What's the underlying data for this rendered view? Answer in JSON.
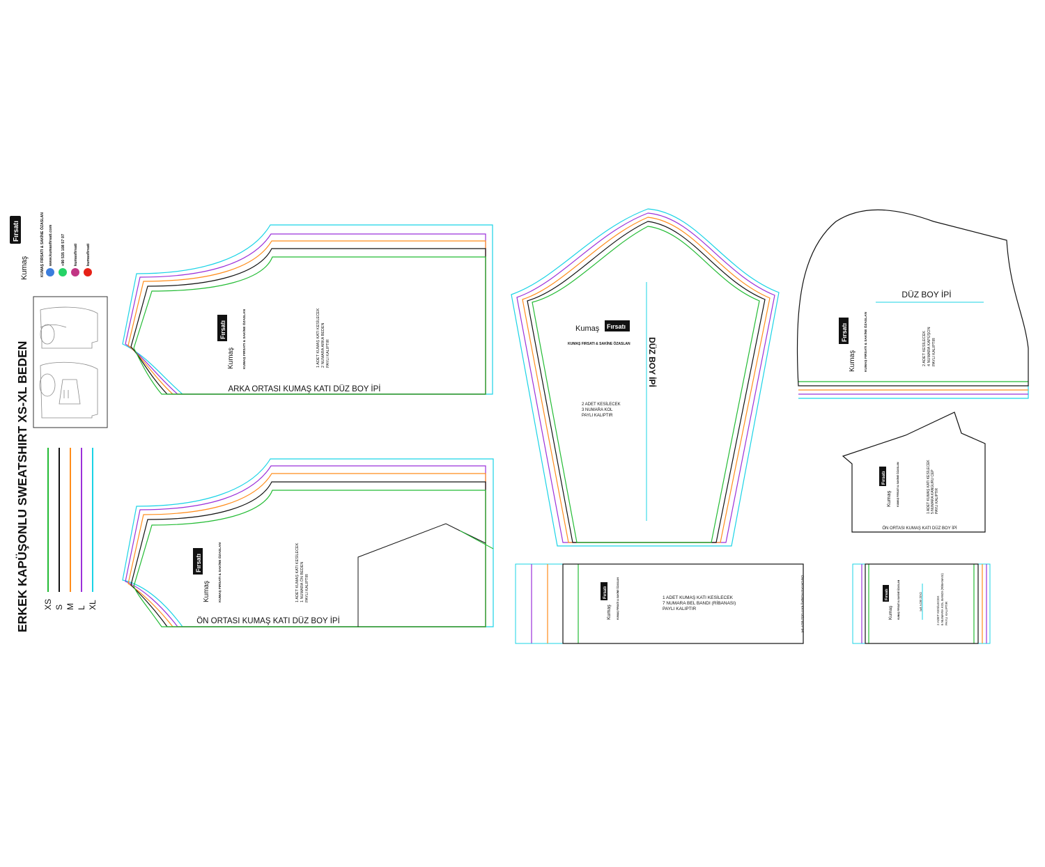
{
  "title": "ERKEK KAPÜŞONLU SWEATSHIRT XS-XL BEDEN",
  "brand": {
    "name_part1": "Kumaş",
    "name_part2": "Fırsatı",
    "credit": "KUMAŞ FIRSATI & SAKİNE ÖZASLAN"
  },
  "contacts": [
    {
      "icon": "globe-icon",
      "text": "www.kumasfirsati.com",
      "color": "#3b7ddd"
    },
    {
      "icon": "whatsapp-icon",
      "text": "+90 535 108 57 07",
      "color": "#25d366"
    },
    {
      "icon": "instagram-icon",
      "text": "kumasfirsati",
      "color": "#c13584"
    },
    {
      "icon": "youtube-icon",
      "text": "kumasfirsati",
      "color": "#e62117"
    }
  ],
  "sizes": [
    {
      "label": "XS",
      "color": "#22bb33"
    },
    {
      "label": "S",
      "color": "#111111"
    },
    {
      "label": "M",
      "color": "#ff8c1a"
    },
    {
      "label": "L",
      "color": "#9b30d9"
    },
    {
      "label": "XL",
      "color": "#19d3e6"
    }
  ],
  "pieces": {
    "back": {
      "grain": "ARKA ORTASI KUMAŞ KATI DÜZ BOY İPİ",
      "note": [
        "1 ADET KUMAŞ KATI KESİLECEK",
        "2 NUMARA ARKA BEDEN",
        "PAYLI KALIPTIR"
      ]
    },
    "front": {
      "grain": "ÖN ORTASI KUMAŞ KATI DÜZ BOY İPİ",
      "note": [
        "1 ADET KUMAŞ KATI KESİLECEK",
        "1 NUMARA ÖN BEDEN",
        "PAYLI KALIPTIR"
      ]
    },
    "sleeve": {
      "grain": "DÜZ BOY İPİ",
      "note": [
        "2 ADET KESİLECEK",
        "3 NUMARA KOL",
        "PAYLI KALIPTIR"
      ]
    },
    "hood": {
      "grain": "DÜZ BOY İPİ",
      "note": [
        "2 ADET KESİLECEK",
        "4 NUMARA KAPÜŞON",
        "PAYLI KALIPTIR"
      ]
    },
    "pocket": {
      "grain": "ÖN ORTASI KUMAŞ KATI DÜZ BOY İPİ",
      "note": [
        "1 ADET KUMAŞ KATI KESİLECEK",
        "5 NUMARA KANGURU CEP",
        "PAYLI KALIPTIR"
      ]
    },
    "waistband": {
      "grain": "ÖN ORTASI KUMAŞ KATI DÜZ BOY İPİ",
      "note": [
        "1 ADET KUMAŞ KATI KESİLECEK",
        "7 NUMARA BEL BANDI (RİBANASI)",
        "PAYLI KALIPTIR"
      ]
    },
    "cuff": {
      "grain": "DÜZ BOY İPİ",
      "note": [
        "2 ADET KESİLECEK",
        "6 NUMARA KOL BANDI (RİBANASI)",
        "PAYLI KALIPTIR"
      ]
    }
  },
  "colors": {
    "outline": "#111111",
    "xs": "#22bb33",
    "m": "#ff8c1a",
    "l": "#9b30d9",
    "xl": "#19d3e6"
  }
}
